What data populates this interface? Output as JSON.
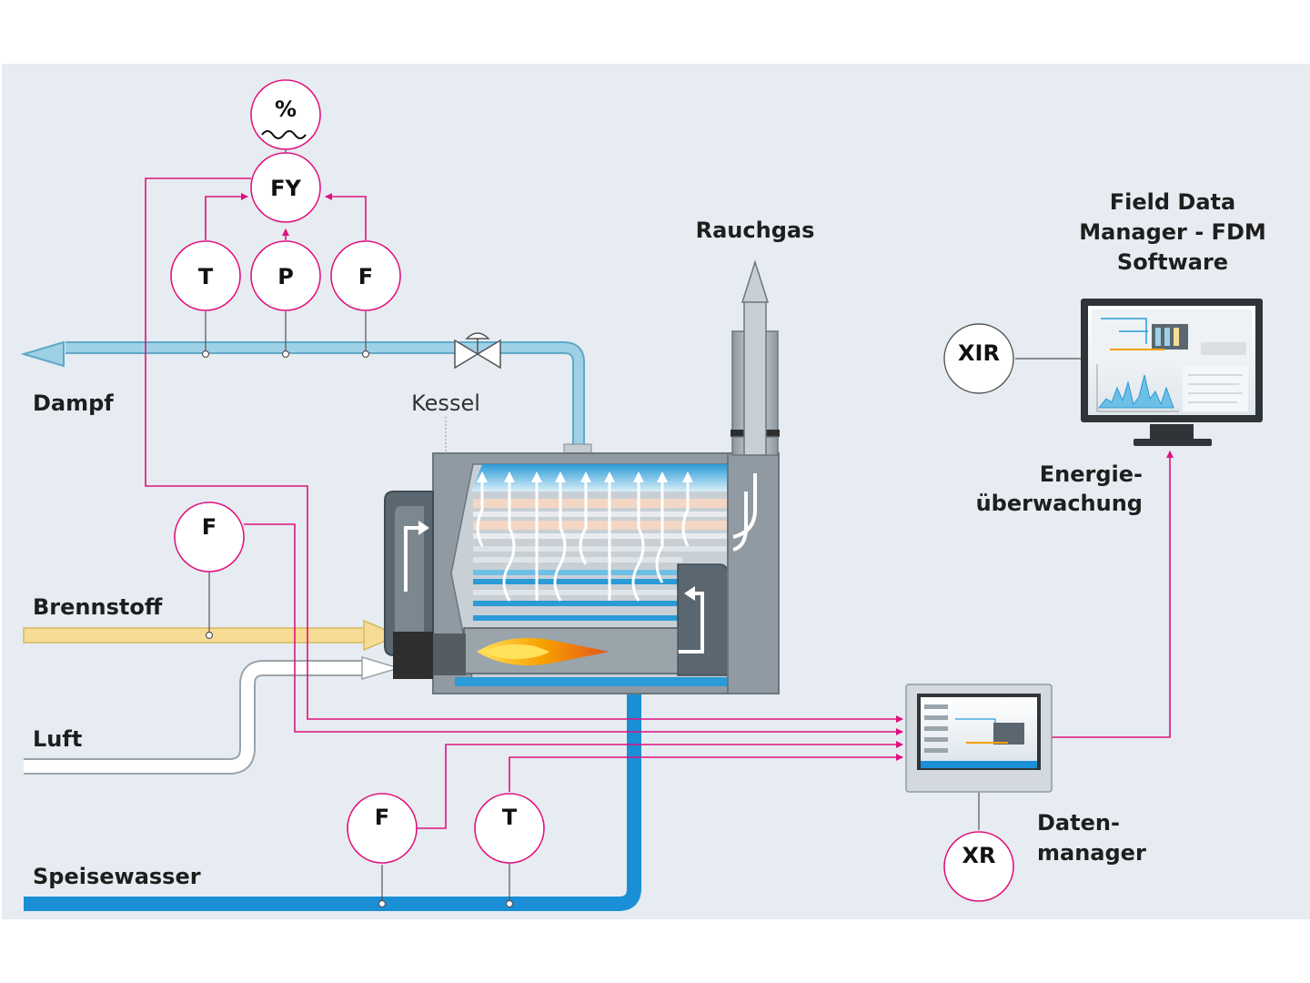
{
  "labels": {
    "dampf": "Dampf",
    "kessel": "Kessel",
    "brennstoff": "Brennstoff",
    "luft": "Luft",
    "speisewasser": "Speisewasser",
    "rauchgas": "Rauchgas",
    "fdm_line1": "Field Data",
    "fdm_line2": "Manager - FDM",
    "fdm_line3": "Software",
    "energie_line1": "Energie-",
    "energie_line2": "überwachung",
    "daten_line1": "Daten-",
    "daten_line2": "manager"
  },
  "instruments": {
    "percent": "%",
    "fy": "FY",
    "steam_t": "T",
    "steam_p": "P",
    "steam_f": "F",
    "fuel_f": "F",
    "feed_f": "F",
    "feed_t": "T",
    "xir": "XIR",
    "xr": "XR"
  },
  "colors": {
    "background": "#e6ecf1",
    "steam_pipe": "#9fd1e6",
    "feedwater_pipe": "#1b8fd6",
    "fuel_pipe": "#f6dc94",
    "air_pipe": "#ffffff",
    "signal_line": "#e0117f",
    "boiler_body": "#8f9aa3",
    "flame": "#f5a000"
  }
}
